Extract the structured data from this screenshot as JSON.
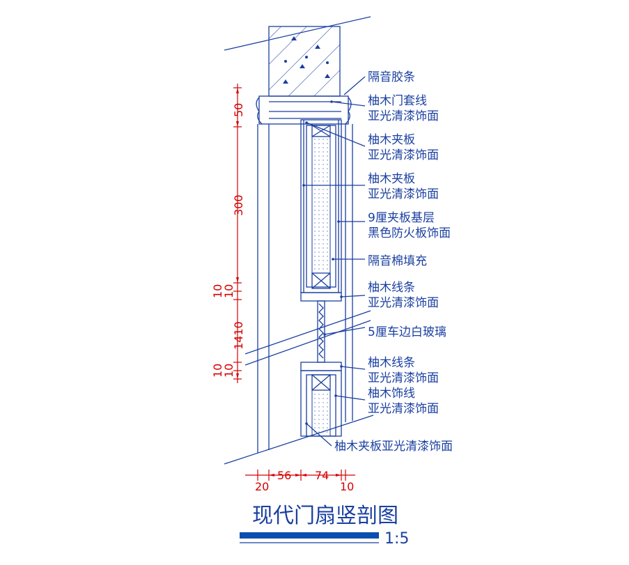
{
  "title": "现代门扇竖剖图",
  "scale": "1:5",
  "labels": [
    "隔音胶条",
    "柚木门套线",
    "亚光清漆饰面",
    "柚木夹板",
    "亚光清漆饰面",
    "柚木夹板",
    "亚光清漆饰面",
    "9厘夹板基层",
    "黑色防火板饰面",
    "隔音棉填充",
    "柚木线条",
    "亚光清漆饰面",
    "5厘车边白玻璃",
    "柚木线条",
    "亚光清漆饰面",
    "柚木饰线",
    "亚光清漆饰面",
    "柚木夹板亚光清漆饰面"
  ],
  "dims_vertical": [
    "50",
    "300",
    "10",
    "10",
    "1410",
    "10",
    "10"
  ],
  "dims_horizontal": [
    "20",
    "56",
    "74",
    "10"
  ],
  "colors": {
    "line": "#1a3fa0",
    "dimension": "#d40000",
    "scale_bar": "#0a4fb0"
  }
}
